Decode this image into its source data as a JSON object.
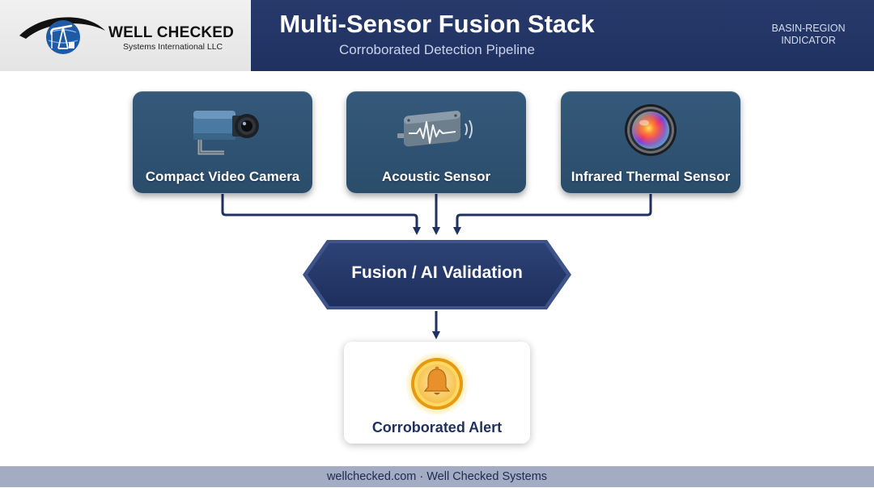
{
  "header": {
    "logo": {
      "name": "WELL CHECKED",
      "tagline": "Systems International LLC"
    },
    "title": "Multi-Sensor Fusion Stack",
    "subtitle": "Corroborated Detection Pipeline",
    "region_indicator": "BASIN-REGION\nINDICATOR"
  },
  "sensors": [
    {
      "label": "Compact Video Camera",
      "icon": "video-camera-icon"
    },
    {
      "label": "Acoustic Sensor",
      "icon": "acoustic-sensor-icon"
    },
    {
      "label": "Infrared Thermal Sensor",
      "icon": "thermal-lens-icon"
    }
  ],
  "fusion": {
    "label": "Fusion / AI Validation"
  },
  "alert": {
    "label": "Corroborated Alert",
    "icon": "bell-icon"
  },
  "footer": {
    "text": "wellchecked.com · Well Checked Systems"
  },
  "colors": {
    "navy": "#1f3161",
    "card_blue": "#2f5270",
    "connector": "#1f3161",
    "footer_bg": "#a3acc3",
    "alert_gold": "#f2a81d"
  }
}
